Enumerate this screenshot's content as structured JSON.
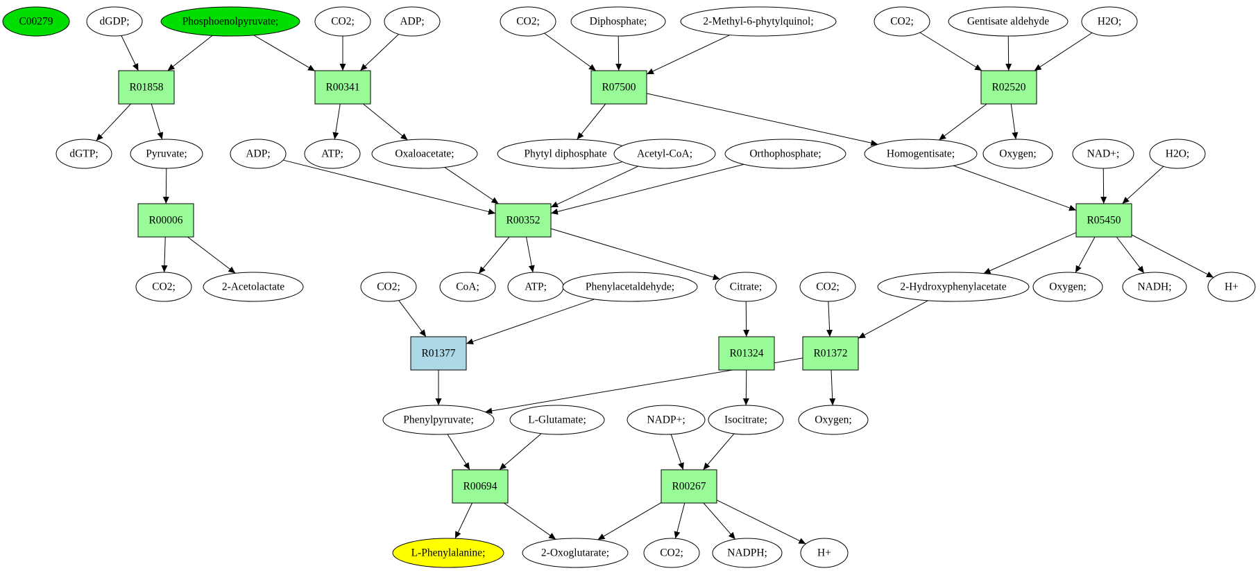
{
  "graph": {
    "colors": {
      "reaction": "#98fb98",
      "reaction_alt": "#add8e6",
      "compound": "#ffffff",
      "start": "#00dd00",
      "target": "#ffff00",
      "edge": "#000000"
    },
    "nodes": [
      {
        "id": "C00279",
        "label": "C00279",
        "kind": "compound",
        "fill": "#00dd00"
      },
      {
        "id": "dGDP",
        "label": "dGDP;",
        "kind": "compound"
      },
      {
        "id": "PEP",
        "label": "Phosphoenolpyruvate;",
        "kind": "compound",
        "fill": "#00dd00"
      },
      {
        "id": "CO2_a",
        "label": "CO2;",
        "kind": "compound"
      },
      {
        "id": "ADP_a",
        "label": "ADP;",
        "kind": "compound"
      },
      {
        "id": "CO2_b",
        "label": "CO2;",
        "kind": "compound"
      },
      {
        "id": "Diphosphate",
        "label": "Diphosphate;",
        "kind": "compound"
      },
      {
        "id": "MPQ",
        "label": "2-Methyl-6-phytylquinol;",
        "kind": "compound"
      },
      {
        "id": "CO2_c",
        "label": "CO2;",
        "kind": "compound"
      },
      {
        "id": "Gentisate",
        "label": "Gentisate aldehyde",
        "kind": "compound"
      },
      {
        "id": "H2O_a",
        "label": "H2O;",
        "kind": "compound"
      },
      {
        "id": "R01858",
        "label": "R01858",
        "kind": "reaction"
      },
      {
        "id": "R00341",
        "label": "R00341",
        "kind": "reaction"
      },
      {
        "id": "R07500",
        "label": "R07500",
        "kind": "reaction"
      },
      {
        "id": "R02520",
        "label": "R02520",
        "kind": "reaction"
      },
      {
        "id": "dGTP",
        "label": "dGTP;",
        "kind": "compound"
      },
      {
        "id": "Pyruvate",
        "label": "Pyruvate;",
        "kind": "compound"
      },
      {
        "id": "ADP_b",
        "label": "ADP;",
        "kind": "compound"
      },
      {
        "id": "ATP_a",
        "label": "ATP;",
        "kind": "compound"
      },
      {
        "id": "Oxaloacetate",
        "label": "Oxaloacetate;",
        "kind": "compound"
      },
      {
        "id": "PhytylDP",
        "label": "Phytyl diphosphate",
        "kind": "compound"
      },
      {
        "id": "AcetylCoA",
        "label": "Acetyl-CoA;",
        "kind": "compound"
      },
      {
        "id": "Orthophosphate",
        "label": "Orthophosphate;",
        "kind": "compound"
      },
      {
        "id": "Homogentisate",
        "label": "Homogentisate;",
        "kind": "compound"
      },
      {
        "id": "Oxygen_a",
        "label": "Oxygen;",
        "kind": "compound"
      },
      {
        "id": "NADp_a",
        "label": "NAD+;",
        "kind": "compound"
      },
      {
        "id": "H2O_b",
        "label": "H2O;",
        "kind": "compound"
      },
      {
        "id": "R00006",
        "label": "R00006",
        "kind": "reaction"
      },
      {
        "id": "R00352",
        "label": "R00352",
        "kind": "reaction"
      },
      {
        "id": "R05450",
        "label": "R05450",
        "kind": "reaction"
      },
      {
        "id": "CO2_d",
        "label": "CO2;",
        "kind": "compound"
      },
      {
        "id": "Acetolactate",
        "label": "2-Acetolactate",
        "kind": "compound"
      },
      {
        "id": "CO2_e",
        "label": "CO2;",
        "kind": "compound"
      },
      {
        "id": "CoA",
        "label": "CoA;",
        "kind": "compound"
      },
      {
        "id": "ATP_b",
        "label": "ATP;",
        "kind": "compound"
      },
      {
        "id": "Phenylacetaldehyde",
        "label": "Phenylacetaldehyde;",
        "kind": "compound"
      },
      {
        "id": "Citrate",
        "label": "Citrate;",
        "kind": "compound"
      },
      {
        "id": "CO2_f",
        "label": "CO2;",
        "kind": "compound"
      },
      {
        "id": "HPA",
        "label": "2-Hydroxyphenylacetate",
        "kind": "compound"
      },
      {
        "id": "Oxygen_b",
        "label": "Oxygen;",
        "kind": "compound"
      },
      {
        "id": "NADH",
        "label": "NADH;",
        "kind": "compound"
      },
      {
        "id": "Hp_a",
        "label": "H+",
        "kind": "compound"
      },
      {
        "id": "R01377",
        "label": "R01377",
        "kind": "reaction",
        "fill": "#add8e6"
      },
      {
        "id": "R01324",
        "label": "R01324",
        "kind": "reaction"
      },
      {
        "id": "R01372",
        "label": "R01372",
        "kind": "reaction"
      },
      {
        "id": "Phenylpyruvate",
        "label": "Phenylpyruvate;",
        "kind": "compound"
      },
      {
        "id": "LGlutamate",
        "label": "L-Glutamate;",
        "kind": "compound"
      },
      {
        "id": "NADPp",
        "label": "NADP+;",
        "kind": "compound"
      },
      {
        "id": "Isocitrate",
        "label": "Isocitrate;",
        "kind": "compound"
      },
      {
        "id": "Oxygen_c",
        "label": "Oxygen;",
        "kind": "compound"
      },
      {
        "id": "R00694",
        "label": "R00694",
        "kind": "reaction"
      },
      {
        "id": "R00267",
        "label": "R00267",
        "kind": "reaction"
      },
      {
        "id": "LPhe",
        "label": "L-Phenylalanine;",
        "kind": "compound",
        "fill": "#ffff00"
      },
      {
        "id": "Oxoglutarate",
        "label": "2-Oxoglutarate;",
        "kind": "compound"
      },
      {
        "id": "CO2_g",
        "label": "CO2;",
        "kind": "compound"
      },
      {
        "id": "NADPH",
        "label": "NADPH;",
        "kind": "compound"
      },
      {
        "id": "Hp_b",
        "label": "H+",
        "kind": "compound"
      }
    ],
    "edges": [
      [
        "dGDP",
        "R01858"
      ],
      [
        "PEP",
        "R01858"
      ],
      [
        "PEP",
        "R00341"
      ],
      [
        "CO2_a",
        "R00341"
      ],
      [
        "ADP_a",
        "R00341"
      ],
      [
        "CO2_b",
        "R07500"
      ],
      [
        "Diphosphate",
        "R07500"
      ],
      [
        "MPQ",
        "R07500"
      ],
      [
        "CO2_c",
        "R02520"
      ],
      [
        "Gentisate",
        "R02520"
      ],
      [
        "H2O_a",
        "R02520"
      ],
      [
        "R01858",
        "dGTP"
      ],
      [
        "R01858",
        "Pyruvate"
      ],
      [
        "R00341",
        "ATP_a"
      ],
      [
        "R00341",
        "Oxaloacetate"
      ],
      [
        "R07500",
        "PhytylDP"
      ],
      [
        "R07500",
        "Homogentisate"
      ],
      [
        "R02520",
        "Homogentisate"
      ],
      [
        "R02520",
        "Oxygen_a"
      ],
      [
        "Pyruvate",
        "R00006"
      ],
      [
        "ADP_b",
        "R00352"
      ],
      [
        "Oxaloacetate",
        "R00352"
      ],
      [
        "AcetylCoA",
        "R00352"
      ],
      [
        "Orthophosphate",
        "R00352"
      ],
      [
        "Homogentisate",
        "R05450"
      ],
      [
        "NADp_a",
        "R05450"
      ],
      [
        "H2O_b",
        "R05450"
      ],
      [
        "R00006",
        "CO2_d"
      ],
      [
        "R00006",
        "Acetolactate"
      ],
      [
        "R00352",
        "CoA"
      ],
      [
        "R00352",
        "ATP_b"
      ],
      [
        "R00352",
        "Citrate"
      ],
      [
        "R05450",
        "HPA"
      ],
      [
        "R05450",
        "Oxygen_b"
      ],
      [
        "R05450",
        "NADH"
      ],
      [
        "R05450",
        "Hp_a"
      ],
      [
        "CO2_e",
        "R01377"
      ],
      [
        "Phenylacetaldehyde",
        "R01377"
      ],
      [
        "Citrate",
        "R01324"
      ],
      [
        "CO2_f",
        "R01372"
      ],
      [
        "HPA",
        "R01372"
      ],
      [
        "R01377",
        "Phenylpyruvate"
      ],
      [
        "R01324",
        "Isocitrate"
      ],
      [
        "R01372",
        "Phenylpyruvate"
      ],
      [
        "R01372",
        "Oxygen_c"
      ],
      [
        "Phenylpyruvate",
        "R00694"
      ],
      [
        "LGlutamate",
        "R00694"
      ],
      [
        "NADPp",
        "R00267"
      ],
      [
        "Isocitrate",
        "R00267"
      ],
      [
        "R00694",
        "LPhe"
      ],
      [
        "R00694",
        "Oxoglutarate"
      ],
      [
        "R00267",
        "Oxoglutarate"
      ],
      [
        "R00267",
        "CO2_g"
      ],
      [
        "R00267",
        "NADPH"
      ],
      [
        "R00267",
        "Hp_b"
      ]
    ]
  }
}
